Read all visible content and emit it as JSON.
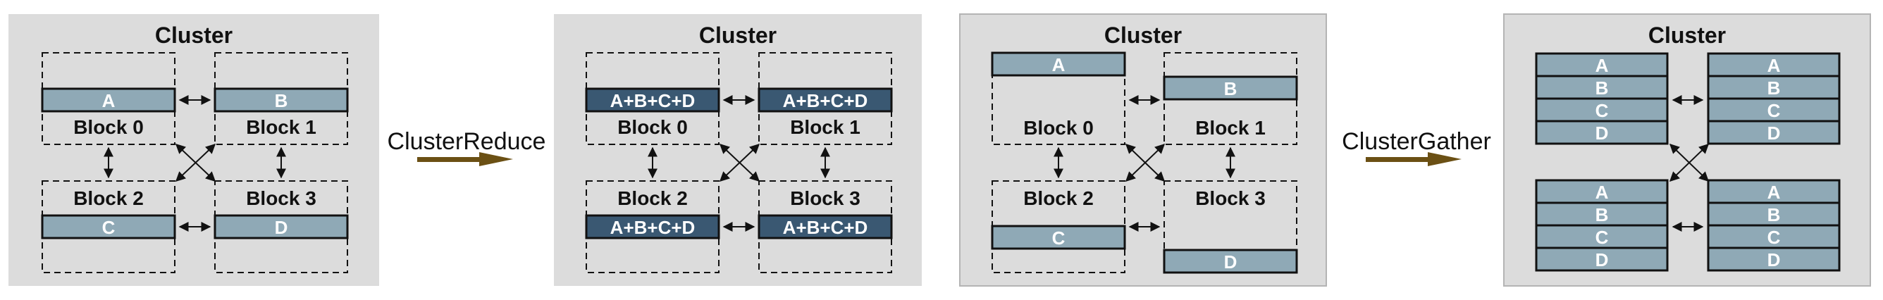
{
  "colors": {
    "panel_bg": "#dcdcdc",
    "panel_border": "#b4b4b4",
    "light_bar": "#8fa9b6",
    "dark_bar": "#3a5872",
    "bar_stroke": "#111111",
    "arrow_fill": "#6b5014",
    "text": "#111111",
    "bar_text": "#ffffff"
  },
  "panels": [
    {
      "title": "Cluster",
      "blocks": [
        {
          "label": "Block 0",
          "bars": [
            "A"
          ]
        },
        {
          "label": "Block 1",
          "bars": [
            "B"
          ]
        },
        {
          "label": "Block 2",
          "bars": [
            "C"
          ]
        },
        {
          "label": "Block 3",
          "bars": [
            "D"
          ]
        }
      ]
    },
    {
      "title": "Cluster",
      "blocks": [
        {
          "label": "Block 0",
          "bars": [
            "A+B+C+D"
          ]
        },
        {
          "label": "Block 1",
          "bars": [
            "A+B+C+D"
          ]
        },
        {
          "label": "Block 2",
          "bars": [
            "A+B+C+D"
          ]
        },
        {
          "label": "Block 3",
          "bars": [
            "A+B+C+D"
          ]
        }
      ]
    },
    {
      "title": "Cluster",
      "blocks": [
        {
          "label": "Block 0",
          "bars": [
            "A"
          ]
        },
        {
          "label": "Block 1",
          "bars": [
            "B"
          ]
        },
        {
          "label": "Block 2",
          "bars": [
            "C"
          ]
        },
        {
          "label": "Block 3",
          "bars": [
            "D"
          ]
        }
      ]
    },
    {
      "title": "Cluster",
      "blocks": [
        {
          "label": "",
          "bars": [
            "A",
            "B",
            "C",
            "D"
          ]
        },
        {
          "label": "",
          "bars": [
            "A",
            "B",
            "C",
            "D"
          ]
        },
        {
          "label": "",
          "bars": [
            "A",
            "B",
            "C",
            "D"
          ]
        },
        {
          "label": "",
          "bars": [
            "A",
            "B",
            "C",
            "D"
          ]
        }
      ]
    }
  ],
  "operations": [
    {
      "label": "ClusterReduce"
    },
    {
      "label": "ClusterGather"
    }
  ]
}
